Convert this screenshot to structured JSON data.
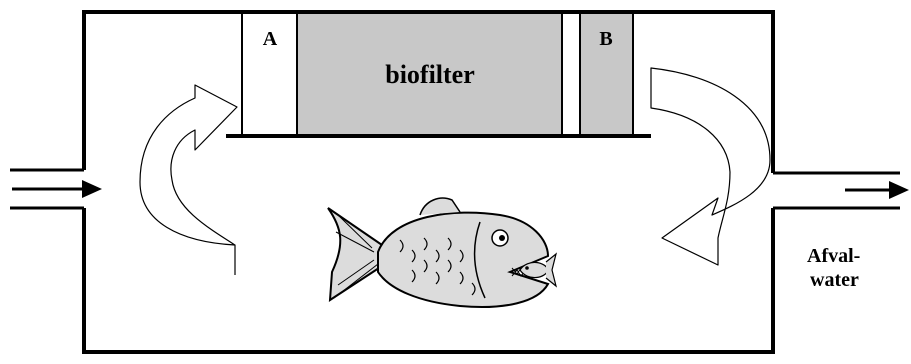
{
  "labels": {
    "compartment_a": "A",
    "compartment_b": "B",
    "biofilter": "biofilter",
    "outlet_line1": "Afval-",
    "outlet_line2": "water"
  },
  "colors": {
    "line": "#000000",
    "filter_fill": "#c8c8c8",
    "fish_fill": "#dcdcdc",
    "background": "#ffffff"
  },
  "icons": {
    "fish": "piranha-with-small-fish",
    "inflow_arrow": "arrow-right",
    "outflow_arrow": "arrow-right",
    "circulation": "curved-flow-arrows"
  }
}
